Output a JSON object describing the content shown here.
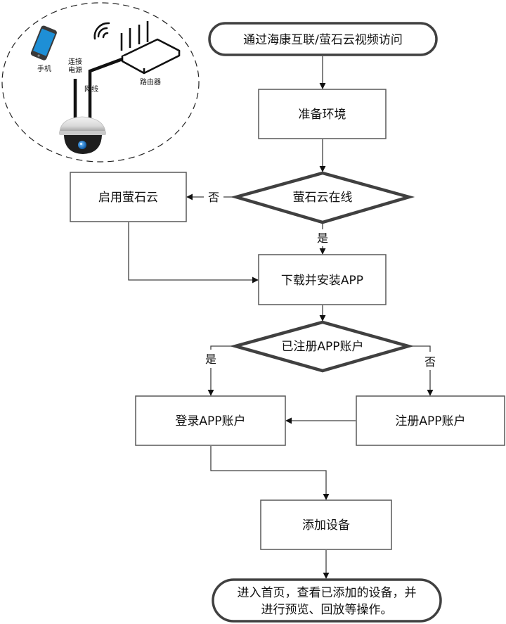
{
  "title": "通过海康互联/萤石云视频访问",
  "network_diagram": {
    "phone_label": "手机",
    "power_label_line1": "连接",
    "power_label_line2": "电源",
    "cable_label": "网线",
    "router_label": "路由器",
    "colors": {
      "phone_screen": "#1e8fd6",
      "camera_lens": "#1e7fd0"
    }
  },
  "flowchart": {
    "start": "通过海康互联/萤石云视频访问",
    "prepare": "准备环境",
    "decision_online": "萤石云在线",
    "enable_cloud": "启用萤石云",
    "no_label_1": "否",
    "yes_label_1": "是",
    "download_app": "下载并安装APP",
    "decision_registered": "已注册APP账户",
    "yes_label_2": "是",
    "no_label_2": "否",
    "login": "登录APP账户",
    "register": "注册APP账户",
    "add_device": "添加设备",
    "end_line1": "进入首页，查看已添加的设备，并",
    "end_line2": "进行预览、回放等操作。"
  }
}
